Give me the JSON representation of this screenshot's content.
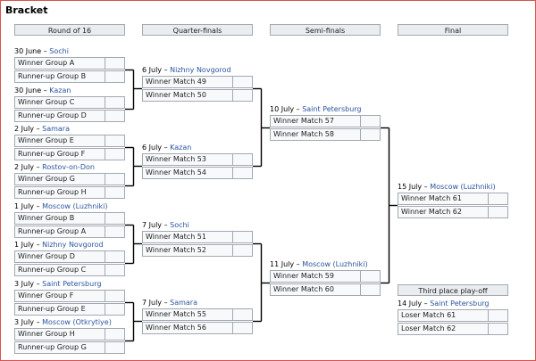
{
  "title": "Bracket",
  "rounds": [
    "Round of 16",
    "Quarter-finals",
    "Semi-finals",
    "Final"
  ],
  "third_place_heading": "Third place play-off",
  "round_of_16": [
    {
      "date": "30 June",
      "venue": "Sochi",
      "teams": [
        "Winner Group A",
        "Runner-up Group B"
      ]
    },
    {
      "date": "30 June",
      "venue": "Kazan",
      "teams": [
        "Winner Group C",
        "Runner-up Group D"
      ]
    },
    {
      "date": "2 July",
      "venue": "Samara",
      "teams": [
        "Winner Group E",
        "Runner-up Group F"
      ]
    },
    {
      "date": "2 July",
      "venue": "Rostov-on-Don",
      "teams": [
        "Winner Group G",
        "Runner-up Group H"
      ]
    },
    {
      "date": "1 July",
      "venue": "Moscow (Luzhniki)",
      "teams": [
        "Winner Group B",
        "Runner-up Group A"
      ]
    },
    {
      "date": "1 July",
      "venue": "Nizhny Novgorod",
      "teams": [
        "Winner Group D",
        "Runner-up Group C"
      ]
    },
    {
      "date": "3 July",
      "venue": "Saint Petersburg",
      "teams": [
        "Winner Group F",
        "Runner-up Group E"
      ]
    },
    {
      "date": "3 July",
      "venue": "Moscow (Otkrytiye)",
      "teams": [
        "Winner Group H",
        "Runner-up Group G"
      ]
    }
  ],
  "quarter_finals": [
    {
      "date": "6 July",
      "venue": "Nizhny Novgorod",
      "teams": [
        "Winner Match 49",
        "Winner Match 50"
      ]
    },
    {
      "date": "6 July",
      "venue": "Kazan",
      "teams": [
        "Winner Match 53",
        "Winner Match 54"
      ]
    },
    {
      "date": "7 July",
      "venue": "Sochi",
      "teams": [
        "Winner Match 51",
        "Winner Match 52"
      ]
    },
    {
      "date": "7 July",
      "venue": "Samara",
      "teams": [
        "Winner Match 55",
        "Winner Match 56"
      ]
    }
  ],
  "semi_finals": [
    {
      "date": "10 July",
      "venue": "Saint Petersburg",
      "teams": [
        "Winner Match 57",
        "Winner Match 58"
      ]
    },
    {
      "date": "11 July",
      "venue": "Moscow (Luzhniki)",
      "teams": [
        "Winner Match 59",
        "Winner Match 60"
      ]
    }
  ],
  "final": {
    "date": "15 July",
    "venue": "Moscow (Luzhniki)",
    "teams": [
      "Winner Match 61",
      "Winner Match 62"
    ]
  },
  "third_place": {
    "date": "14 July",
    "venue": "Saint Petersburg",
    "teams": [
      "Loser Match 61",
      "Loser Match 62"
    ]
  },
  "separator": " – ",
  "colors": {
    "venue_link": "#2a55a0",
    "header_bg": "#eaecf0",
    "cell_bg": "#f8f9fa",
    "border": "#a2a9b1",
    "frame": "#d9534f"
  }
}
